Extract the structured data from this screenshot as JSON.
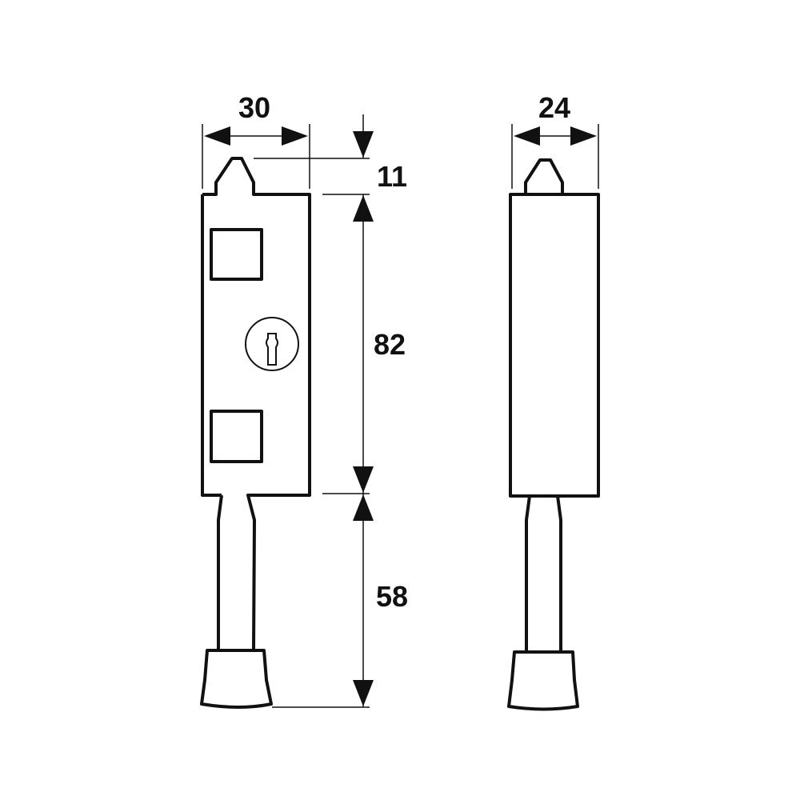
{
  "front_view": {
    "width_label": "30",
    "tip_height_label": "11",
    "body_height_label": "82",
    "stem_length_label": "58"
  },
  "side_view": {
    "width_label": "24"
  },
  "colors": {
    "line": "#111111",
    "background": "#ffffff"
  }
}
